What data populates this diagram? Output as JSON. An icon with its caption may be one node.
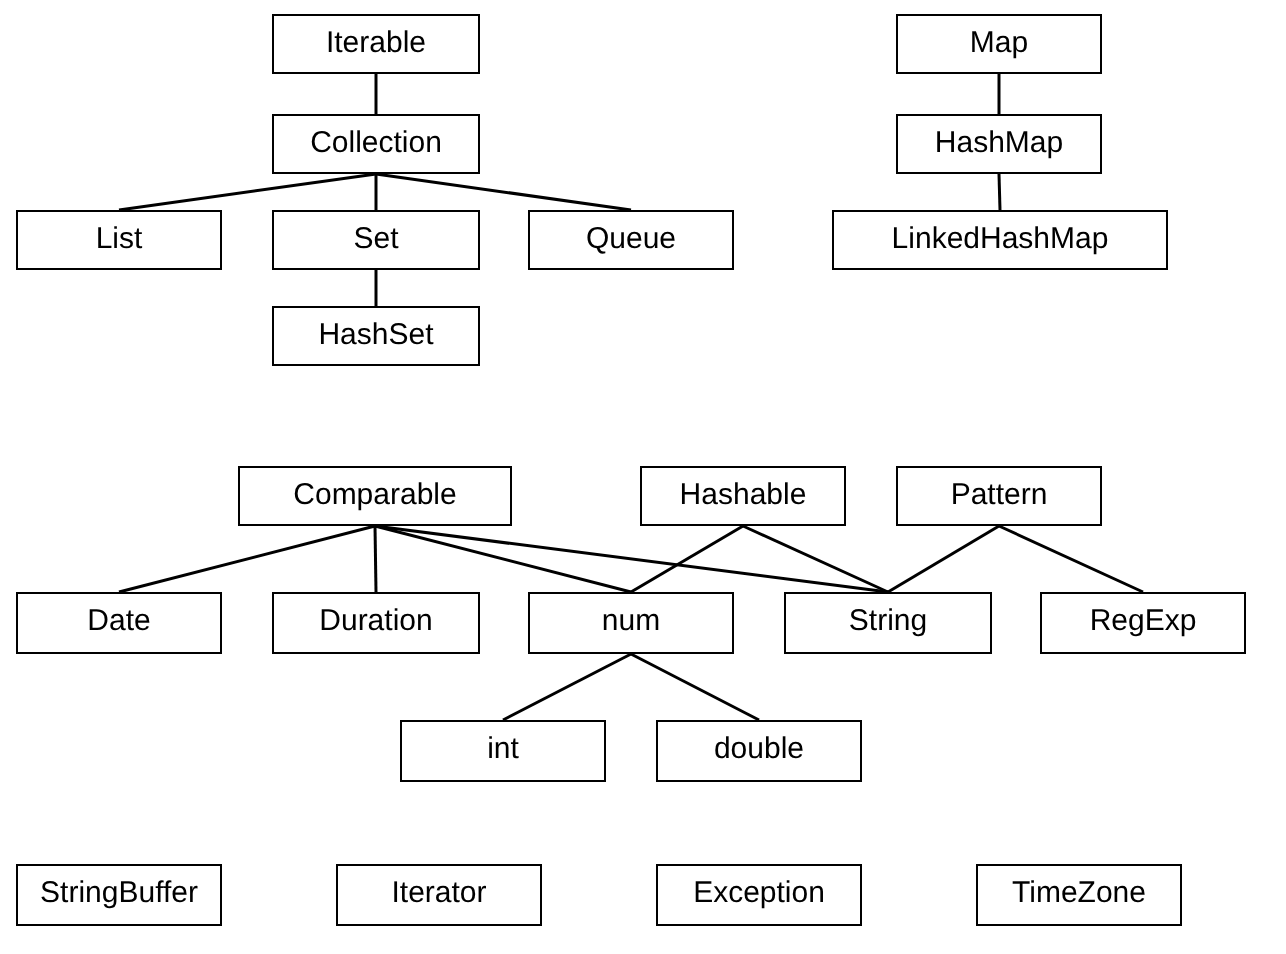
{
  "diagram": {
    "nodes": [
      {
        "text": [
          "Iterable"
        ]
      },
      {
        "text": [
          "Collection"
        ]
      },
      {
        "text": [
          "List"
        ]
      },
      {
        "text": [
          "Set"
        ]
      },
      {
        "text": [
          "Queue"
        ]
      },
      {
        "text": [
          "HashSet"
        ]
      },
      {
        "text": [
          "Map"
        ]
      },
      {
        "text": [
          "HashMap"
        ]
      },
      {
        "text": [
          "LinkedHashMap"
        ]
      },
      {
        "text": [
          "Comparable"
        ]
      },
      {
        "text": [
          "Hashable"
        ]
      },
      {
        "text": [
          "Pattern"
        ]
      },
      {
        "text": [
          "Date"
        ]
      },
      {
        "text": [
          "Duration"
        ]
      },
      {
        "text": [
          "num"
        ]
      },
      {
        "text": [
          "String"
        ]
      },
      {
        "text": [
          "RegExp"
        ]
      },
      {
        "text": [
          "int"
        ]
      },
      {
        "text": [
          "double"
        ]
      },
      {
        "text": [
          "StringBuffer"
        ]
      },
      {
        "text": [
          "Iterator"
        ]
      },
      {
        "text": [
          "Exception"
        ]
      },
      {
        "text": [
          "TimeZone"
        ]
      }
    ],
    "edges": [
      {
        "from": 0,
        "to": 1,
        "arrow": "none"
      },
      {
        "from": 1,
        "to": 2,
        "arrow": "none"
      },
      {
        "from": 1,
        "to": 3,
        "arrow": "none"
      },
      {
        "from": 1,
        "to": 4,
        "arrow": "none"
      },
      {
        "from": 3,
        "to": 5,
        "arrow": "none"
      },
      {
        "from": 6,
        "to": 7,
        "arrow": "none"
      },
      {
        "from": 7,
        "to": 8,
        "arrow": "none"
      },
      {
        "from": 9,
        "to": 12,
        "arrow": "none"
      },
      {
        "from": 9,
        "to": 13,
        "arrow": "none"
      },
      {
        "from": 9,
        "to": 14,
        "arrow": "none"
      },
      {
        "from": 9,
        "to": 15,
        "arrow": "none"
      },
      {
        "from": 10,
        "to": 14,
        "arrow": "none"
      },
      {
        "from": 10,
        "to": 15,
        "arrow": "none"
      },
      {
        "from": 11,
        "to": 15,
        "arrow": "none"
      },
      {
        "from": 11,
        "to": 16,
        "arrow": "none"
      },
      {
        "from": 14,
        "to": 17,
        "arrow": "none"
      },
      {
        "from": 14,
        "to": 18,
        "arrow": "none"
      }
    ]
  }
}
